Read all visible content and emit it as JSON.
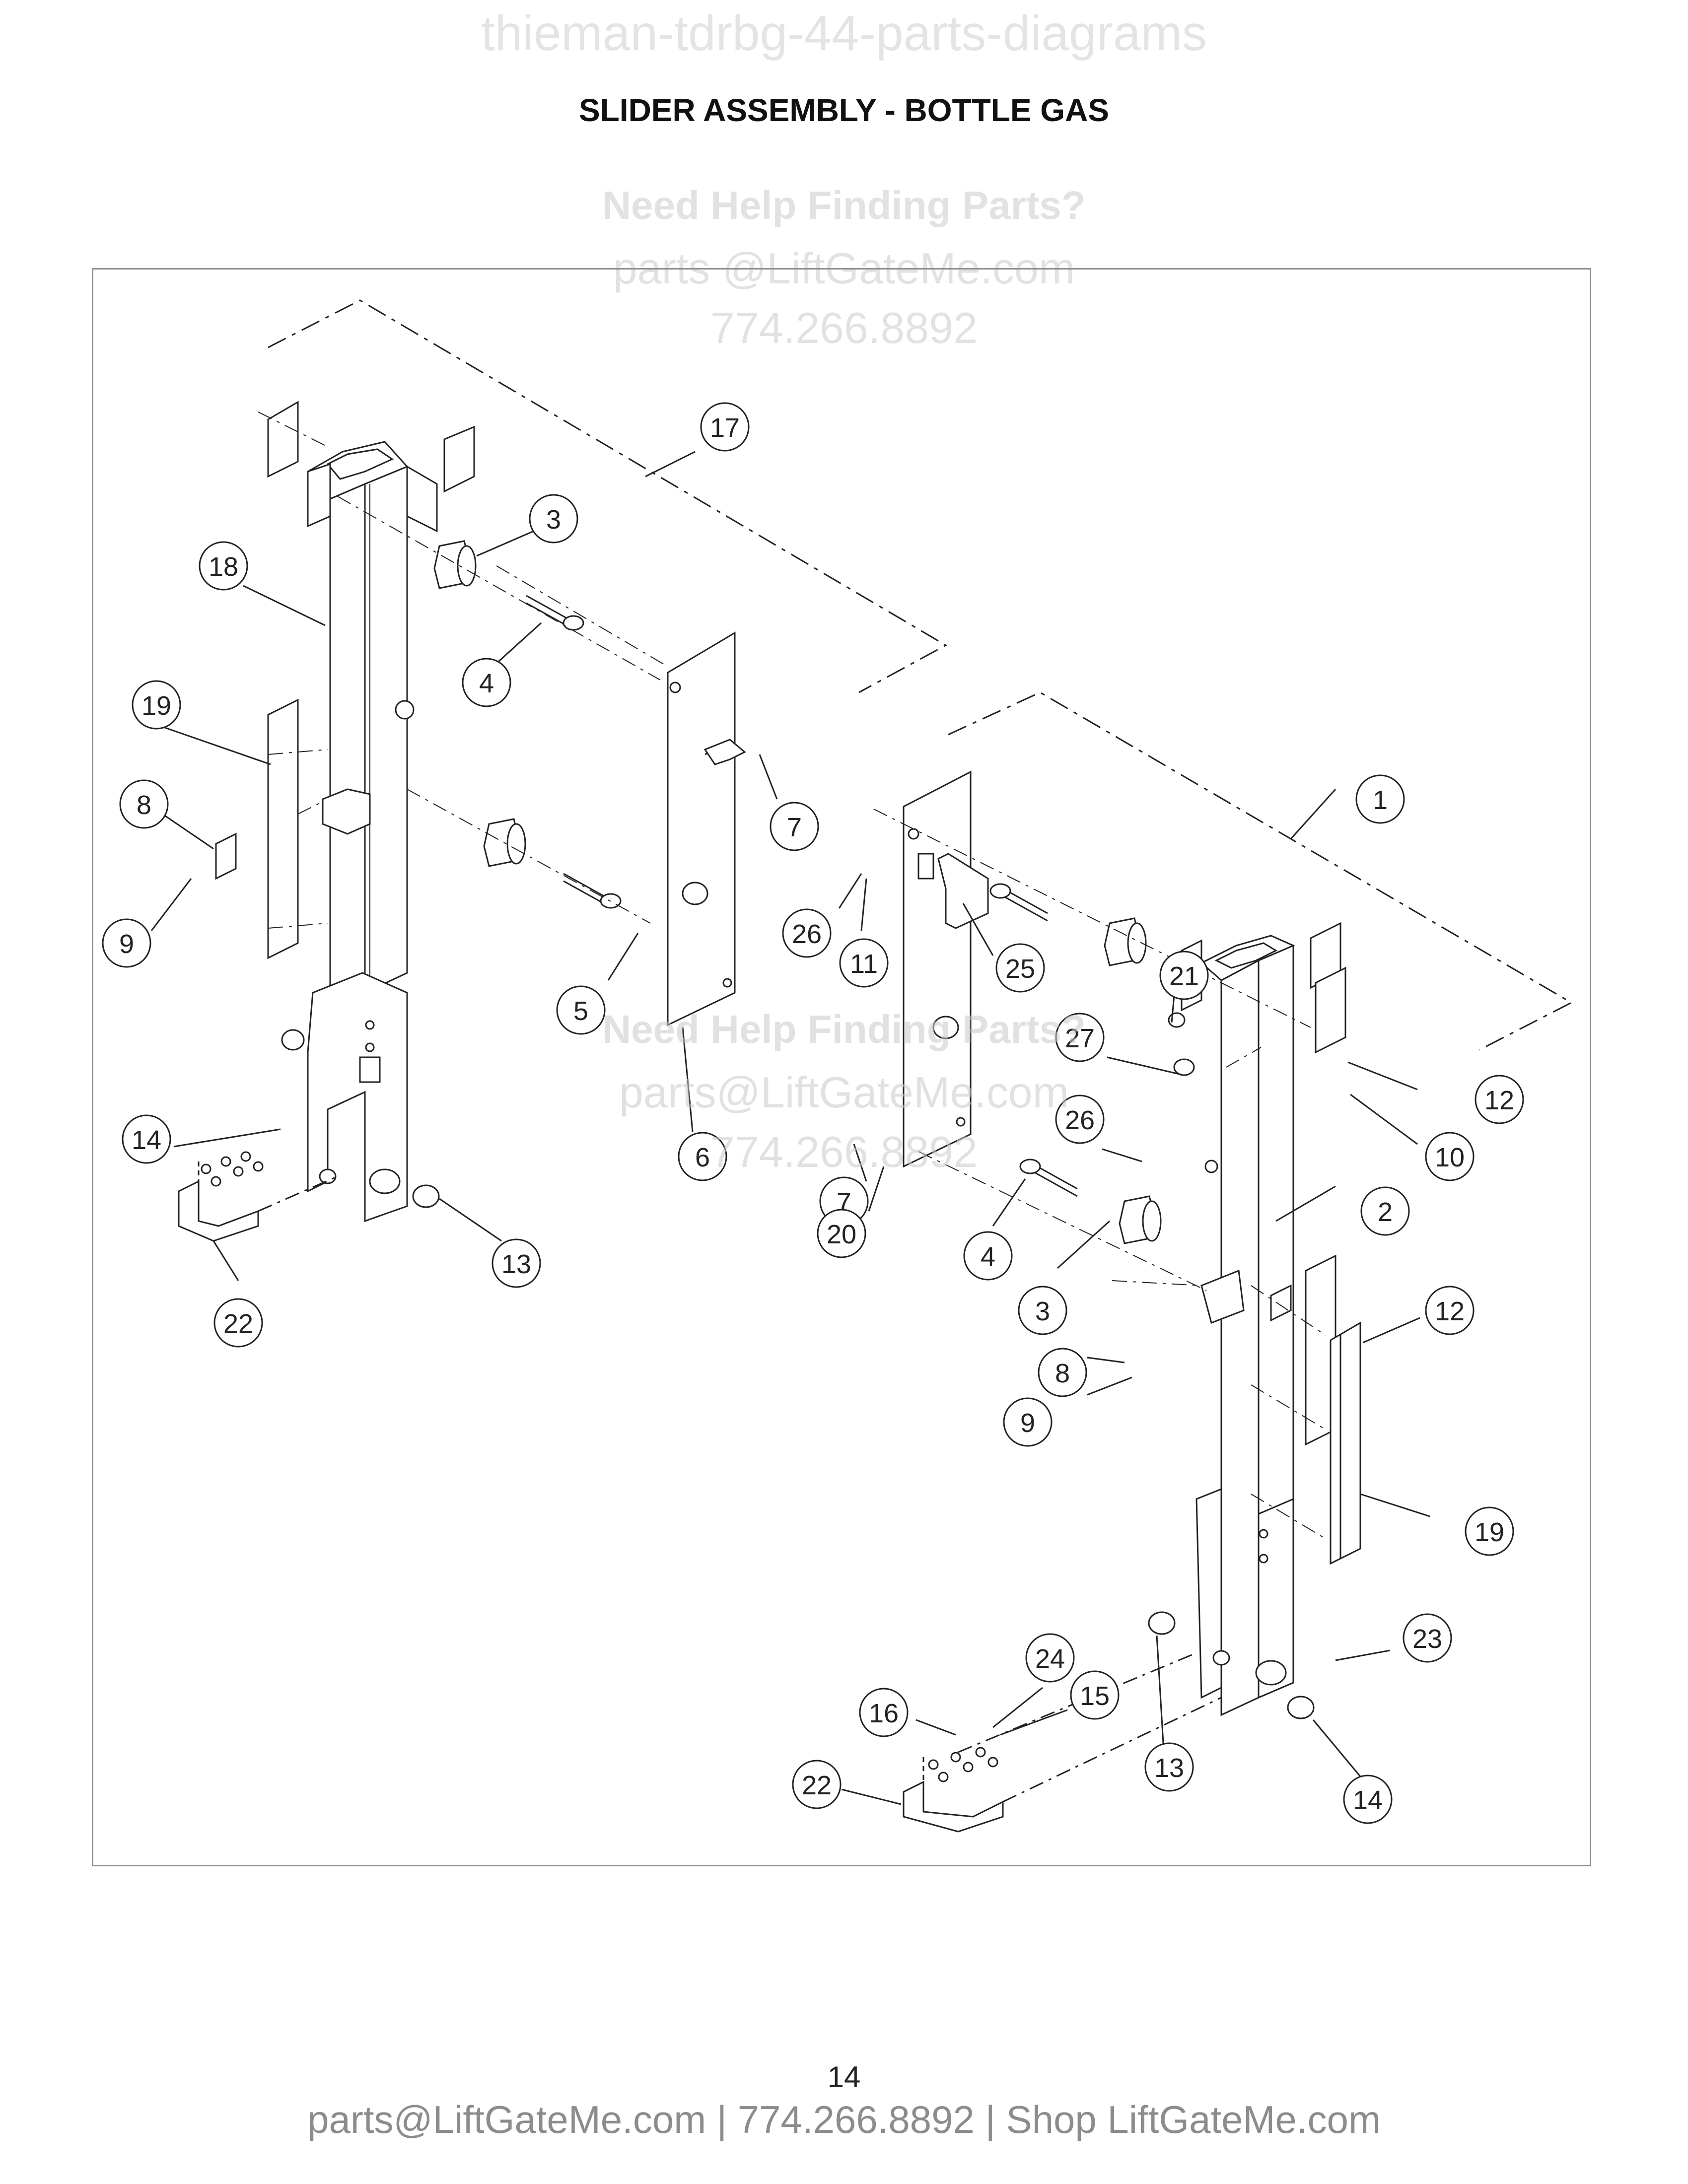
{
  "watermark": {
    "top": "thieman-tdrbg-44-parts-diagrams",
    "help_title": "Need Help Finding Parts?",
    "email": "parts @LiftGateMe.com",
    "email_center": "parts@LiftGateMe.com",
    "phone": "774.266.8892"
  },
  "title": "SLIDER ASSEMBLY - BOTTLE GAS",
  "page_number": "14",
  "footer": "parts@LiftGateMe.com | 774.266.8892 | Shop LiftGateMe.com",
  "callouts": [
    {
      "n": "17"
    },
    {
      "n": "3"
    },
    {
      "n": "18"
    },
    {
      "n": "4"
    },
    {
      "n": "19"
    },
    {
      "n": "7"
    },
    {
      "n": "8"
    },
    {
      "n": "9"
    },
    {
      "n": "5"
    },
    {
      "n": "6"
    },
    {
      "n": "14"
    },
    {
      "n": "13"
    },
    {
      "n": "22"
    },
    {
      "n": "1"
    },
    {
      "n": "26"
    },
    {
      "n": "11"
    },
    {
      "n": "25"
    },
    {
      "n": "21"
    },
    {
      "n": "27"
    },
    {
      "n": "26"
    },
    {
      "n": "7"
    },
    {
      "n": "12"
    },
    {
      "n": "10"
    },
    {
      "n": "2"
    },
    {
      "n": "20"
    },
    {
      "n": "4"
    },
    {
      "n": "3"
    },
    {
      "n": "12"
    },
    {
      "n": "8"
    },
    {
      "n": "9"
    },
    {
      "n": "19"
    },
    {
      "n": "23"
    },
    {
      "n": "24"
    },
    {
      "n": "16"
    },
    {
      "n": "15"
    },
    {
      "n": "13"
    },
    {
      "n": "22"
    },
    {
      "n": "14"
    }
  ]
}
